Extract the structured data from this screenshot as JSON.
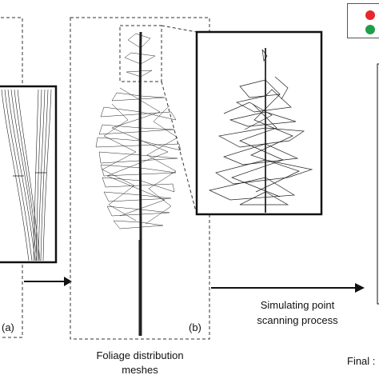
{
  "labels": {
    "panel_a": "(a)",
    "panel_b": "(b)",
    "foliage_line1": "Foliage distribution",
    "foliage_line2": "meshes",
    "sim_line1": "Simulating point",
    "sim_line2": "scanning process",
    "final": "Final :"
  },
  "legend": {
    "dots": [
      {
        "color": "#e8262b"
      },
      {
        "color": "#1f9e4a"
      }
    ]
  },
  "colors": {
    "line": "#111111",
    "dashed": "#333333"
  }
}
